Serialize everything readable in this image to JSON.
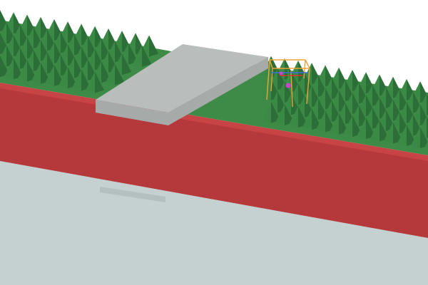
{
  "scene": {
    "background_color": "#ffffff",
    "water_color": "#c5d0d0",
    "water_dark_color": "#b4bfbf",
    "wall_front_color": "#b5383a",
    "wall_top_color": "#c84344",
    "wall_shadow_color": "#a33032",
    "grass_color": "#3e8a47",
    "tree_light_color": "#3a8a45",
    "tree_dark_color": "#2b6e37",
    "slab_top_color": "#b9bebc",
    "slab_side_color": "#a6abaa",
    "gizmo_frame_color": "#f0a437",
    "gizmo_axis_x_color": "#e03131",
    "gizmo_axis_y_color": "#2f9e44",
    "gizmo_axis_z_color": "#3b6fd8",
    "gizmo_handle_color": "#cc44cc"
  },
  "objects": {
    "terrain": "terrain-with-pyramid-trees",
    "wall": "red-wall",
    "ground": "water-plane",
    "slab": "gray-stone-slab",
    "gizmo": "transform-gizmo"
  }
}
